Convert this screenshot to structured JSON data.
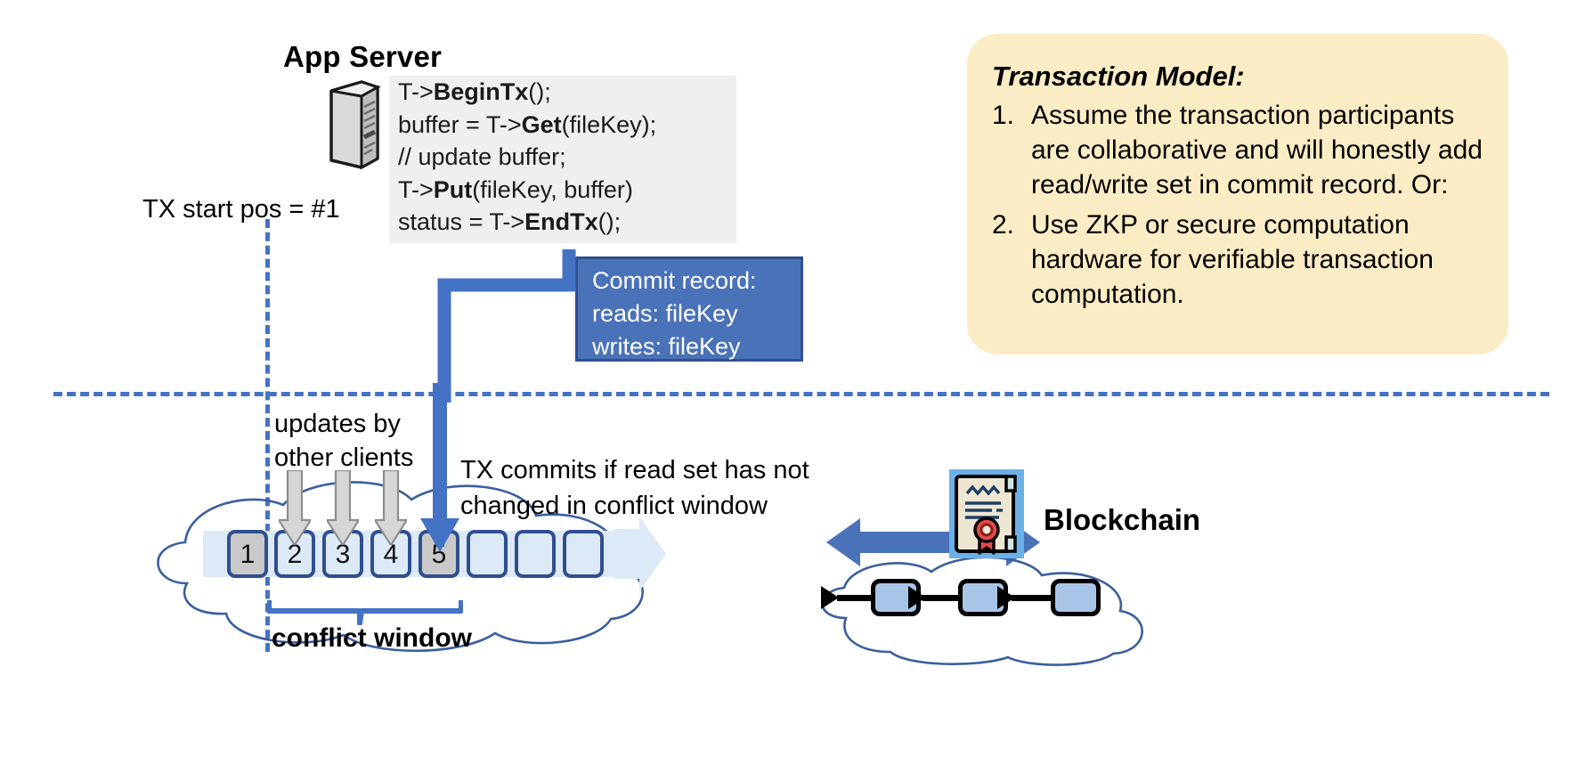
{
  "app_server": {
    "title": "App Server",
    "icon": "server-tower-icon",
    "code_lines": [
      {
        "pre": "T->",
        "bold": "BeginTx",
        "post": "();"
      },
      {
        "pre": "buffer = T->",
        "bold": "Get",
        "post": "(fileKey);"
      },
      {
        "pre": "// update buffer;",
        "bold": "",
        "post": ""
      },
      {
        "pre": "T->",
        "bold": "Put",
        "post": "(fileKey, buffer)"
      },
      {
        "pre": "status = T->",
        "bold": "EndTx",
        "post": "();"
      }
    ]
  },
  "tx_start": {
    "label": "TX start pos = #1"
  },
  "commit_record": {
    "lines": [
      "Commit record:",
      "reads: fileKey",
      "writes: fileKey"
    ]
  },
  "log": {
    "updates_label_line1": "updates by",
    "updates_label_line2": "other clients",
    "commits_label_line1": "TX commits if read set has not",
    "commits_label_line2": "changed in conflict window",
    "conflict_window_label": "conflict window",
    "slots": [
      {
        "label": "1",
        "state": "grey"
      },
      {
        "label": "2",
        "state": "blue"
      },
      {
        "label": "3",
        "state": "blue"
      },
      {
        "label": "4",
        "state": "blue"
      },
      {
        "label": "5",
        "state": "grey"
      },
      {
        "label": "",
        "state": "blue"
      },
      {
        "label": "",
        "state": "blue"
      },
      {
        "label": "",
        "state": "blue"
      }
    ]
  },
  "blockchain": {
    "label": "Blockchain",
    "cert_icon": "certificate-seal-icon",
    "blocks": [
      "",
      "",
      ""
    ]
  },
  "transaction_model": {
    "title": "Transaction Model:",
    "items": [
      {
        "num": "1.",
        "text": "Assume the transaction participants are collaborative and will honestly add read/write set in commit record.  Or:"
      },
      {
        "num": "2.",
        "text": "Use ZKP or secure computation hardware for verifiable transaction computation."
      }
    ]
  },
  "colors": {
    "accent_blue": "#4472c4",
    "commit_box": "#4a72b8",
    "card_yellow": "#faecc4",
    "slot_blue": "#dce9f7",
    "slot_grey": "#c9c9c9"
  }
}
